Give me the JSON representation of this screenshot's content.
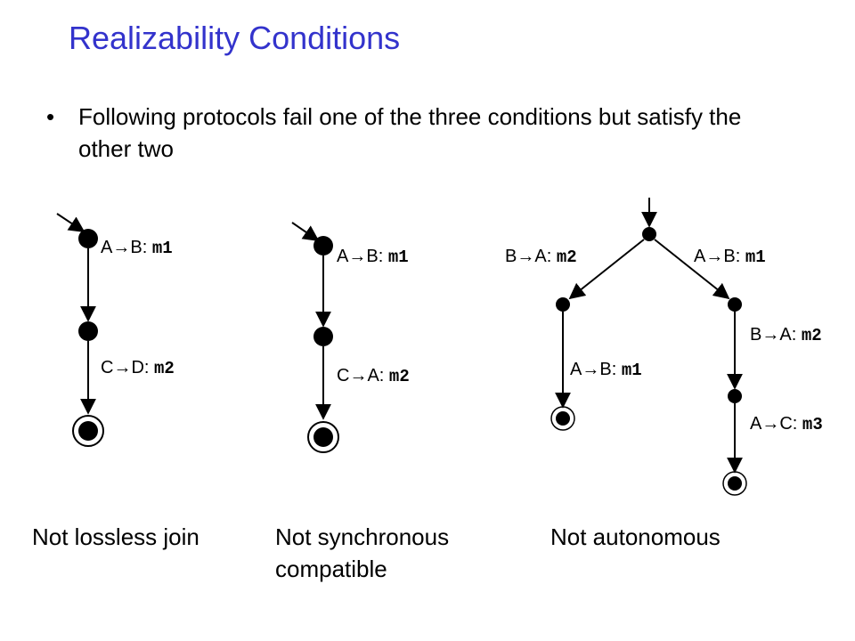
{
  "slide": {
    "title": "Realizability Conditions",
    "bullet": "Following protocols fail one of the three conditions but satisfy the other two",
    "bullet_marker": "•"
  },
  "diagrams": [
    {
      "caption": "Not lossless join",
      "transitions": [
        {
          "sender": "A",
          "receiver": "B",
          "message": "m1"
        },
        {
          "sender": "C",
          "receiver": "D",
          "message": "m2"
        }
      ]
    },
    {
      "caption": "Not synchronous compatible",
      "transitions": [
        {
          "sender": "A",
          "receiver": "B",
          "message": "m1"
        },
        {
          "sender": "C",
          "receiver": "A",
          "message": "m2"
        }
      ]
    },
    {
      "caption": "Not autonomous",
      "transitions": [
        {
          "sender": "B",
          "receiver": "A",
          "message": "m2"
        },
        {
          "sender": "A",
          "receiver": "B",
          "message": "m1"
        },
        {
          "sender": "A",
          "receiver": "B",
          "message": "m1"
        },
        {
          "sender": "B",
          "receiver": "A",
          "message": "m2"
        },
        {
          "sender": "A",
          "receiver": "C",
          "message": "m3"
        }
      ]
    }
  ],
  "arrow_glyph": "→",
  "separator": ": "
}
